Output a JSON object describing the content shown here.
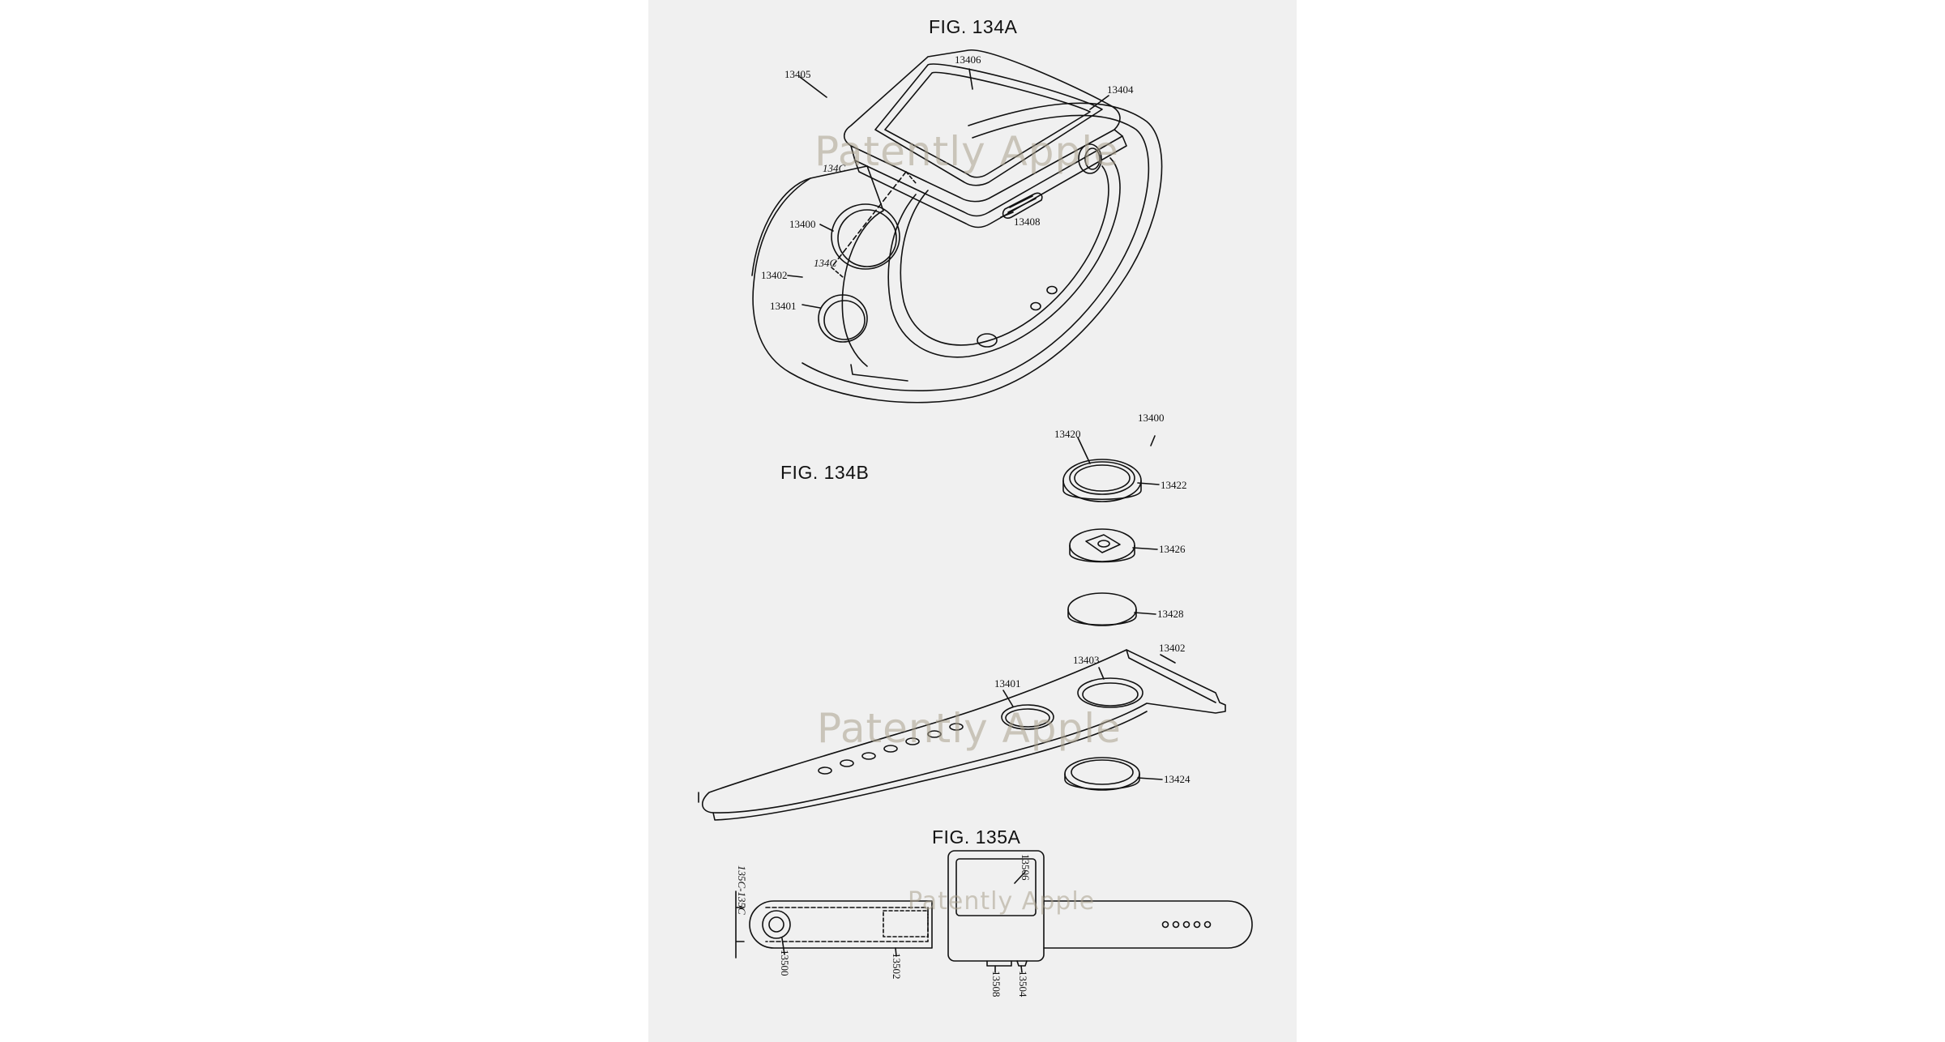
{
  "figures": {
    "fig134a": "FIG. 134A",
    "fig134b": "FIG. 134B",
    "fig135a": "FIG. 135A"
  },
  "watermark": "Patently Apple",
  "refs_134a": {
    "r13405": "13405",
    "r13406": "13406",
    "r13404": "13404",
    "r134c_top": "134C",
    "r13408": "13408",
    "r13400": "13400",
    "r134c_bot": "134C",
    "r13402": "13402",
    "r13401": "13401"
  },
  "refs_134b": {
    "r13420": "13420",
    "r13400": "13400",
    "r13422": "13422",
    "r13426": "13426",
    "r13428": "13428",
    "r13403": "13403",
    "r13402": "13402",
    "r13401": "13401",
    "r13424": "13424"
  },
  "refs_135a": {
    "section": "135C-135C",
    "r13500": "13500",
    "r13502": "13502",
    "r13506": "13506",
    "r13508": "13508",
    "r13504": "13504"
  },
  "colors": {
    "sheet": "#f0f0f0",
    "ink": "#111111",
    "watermark": "#aaa08c"
  }
}
